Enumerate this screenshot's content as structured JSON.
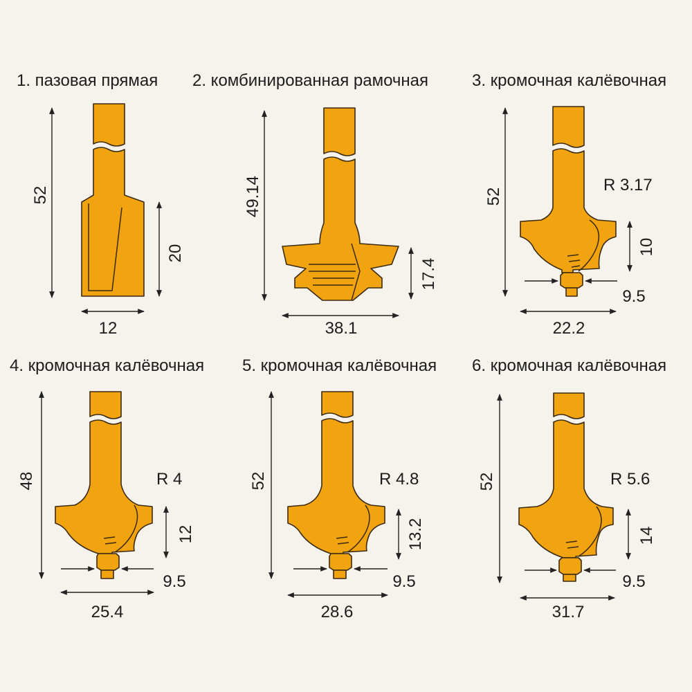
{
  "bit_color": "#f2a310",
  "outline_color": "#3a2a10",
  "bits": [
    {
      "title": "1. пазовая прямая",
      "height": "52",
      "cut_height": "20",
      "diameter": "12"
    },
    {
      "title": "2. комбинированная рамочная",
      "height": "49.14",
      "cut_height": "17.4",
      "diameter": "38.1"
    },
    {
      "title": "3. кромочная калёвочная",
      "height": "52",
      "radius": "R 3.17",
      "cut_height": "10",
      "bearing": "9.5",
      "diameter": "22.2"
    },
    {
      "title": "4. кромочная калёвочная",
      "height": "48",
      "radius": "R 4",
      "cut_height": "12",
      "bearing": "9.5",
      "diameter": "25.4"
    },
    {
      "title": "5. кромочная калёвочная",
      "height": "52",
      "radius": "R 4.8",
      "cut_height": "13.2",
      "bearing": "9.5",
      "diameter": "28.6"
    },
    {
      "title": "6. кромочная калёвочная",
      "height": "52",
      "radius": "R 5.6",
      "cut_height": "14",
      "bearing": "9.5",
      "diameter": "31.7"
    }
  ]
}
